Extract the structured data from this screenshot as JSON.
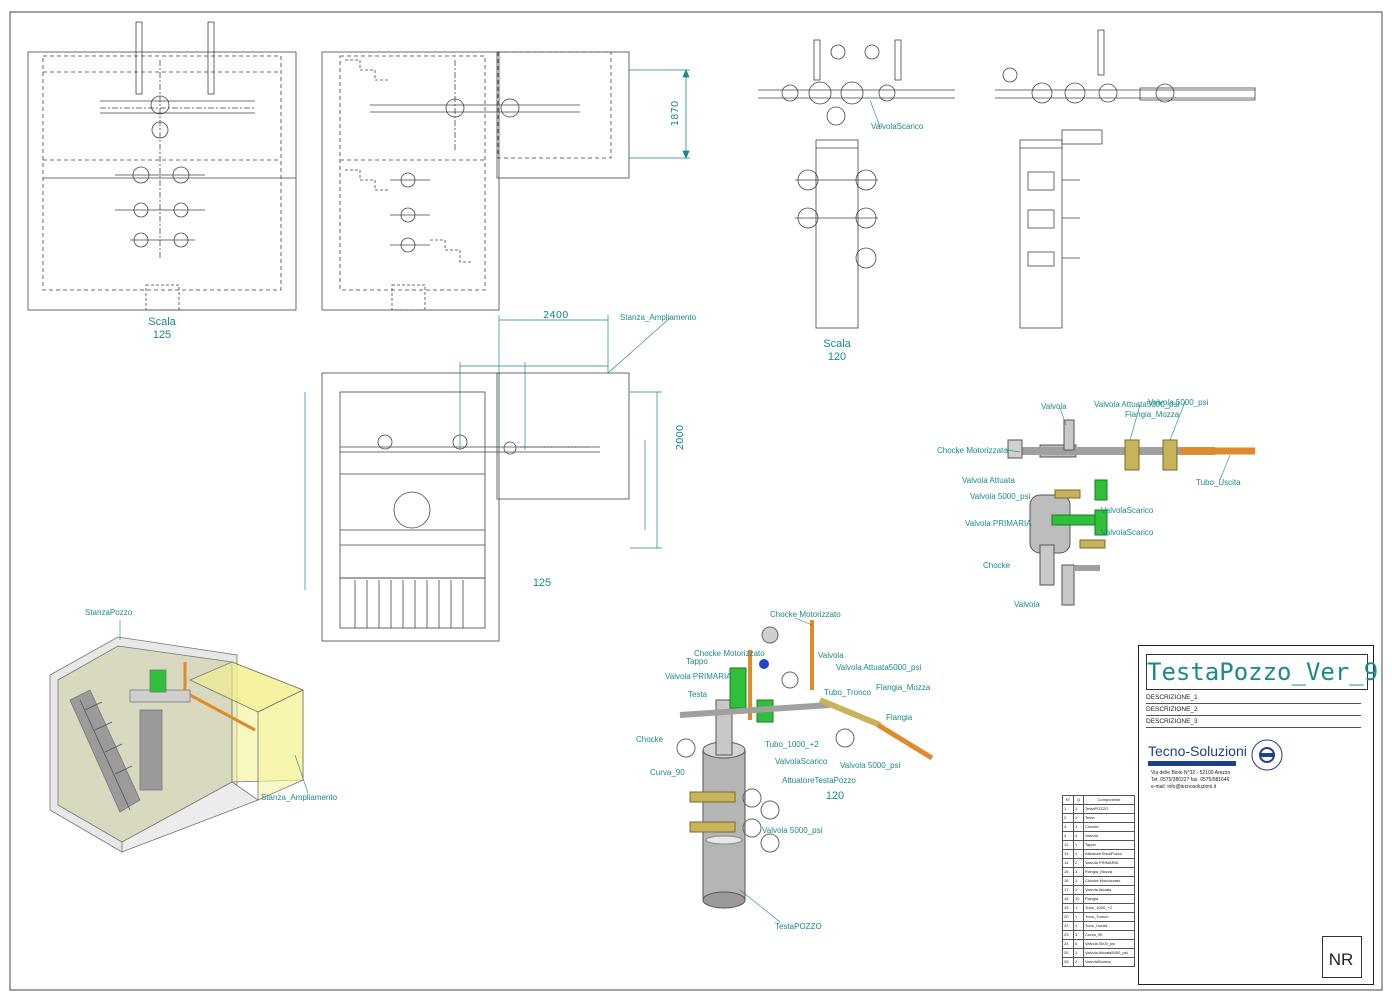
{
  "sheet": {
    "title": "TestaPozzo_Ver_9",
    "descriptions": [
      "DESCRIZIONE_1",
      "DESCRIZIONE_2",
      "DESCRIZIONE_3"
    ],
    "company": {
      "name": "Tecno-Soluzioni",
      "address": "Via delle Biole N°32 - 52100 Arezzo",
      "phone": "Tel. 0575/380227 fax. 0575/981646",
      "email": "e-mail: info@tecnosoluzioni.it"
    },
    "revision": "NR"
  },
  "views": {
    "top_left_scale": "Scala\n125",
    "top_right_scale": "Scala\n120",
    "plan_scale": "125",
    "iso_scale": "120"
  },
  "dimensions": {
    "d1870": "1870",
    "d2400": "2400",
    "d2000": "2000"
  },
  "labels": {
    "stanza_ampliamento": "Stanza_Ampliamento",
    "stanza_pozzo": "StanzaPozzo",
    "valvola_scarico": "ValvolaScarico",
    "chocke_motorizzato": "Chocke Motorizzato",
    "valvola": "Valvola",
    "valvola_attuata_5000": "Valvola Attuata5000_psi",
    "valvola_5000": "Valvola 5000_psi",
    "flangia_mozza": "Flangia_Mozza",
    "valvola_attuata": "Valvola Attuata",
    "valvola_primaria": "Valvola PRIMARIA",
    "chocke": "Chocke",
    "tubo_uscita": "Tubo_Uscita",
    "tappo": "Tappo",
    "testa": "Testa",
    "curva_90": "Curva_90",
    "tubo_1000": "Tubo_1000_+2",
    "attuatore": "AttuatoreTestaPozzo",
    "testapozzo": "TestaPOZZO",
    "tubo_tronco": "Tubo_Tronco",
    "flangia": "Flangia"
  },
  "bom": {
    "headers": [
      "N°",
      "Q",
      "Componente"
    ],
    "rows": [
      [
        "1",
        "1",
        "TestaPOZZO"
      ],
      [
        "2",
        "1",
        "Testa"
      ],
      [
        "3",
        "1",
        "Chocke"
      ],
      [
        "4",
        "4",
        "Valvola"
      ],
      [
        "12",
        "1",
        "Tappo"
      ],
      [
        "13",
        "1",
        "AttuatoreTestaPozzo"
      ],
      [
        "14",
        "2",
        "Valvola PRIMARIA"
      ],
      [
        "15",
        "3",
        "Flangia_Mozza"
      ],
      [
        "16",
        "1",
        "Chocke Motorizzato"
      ],
      [
        "17",
        "1",
        "Valvola Attuata"
      ],
      [
        "18",
        "10",
        "Flangia"
      ],
      [
        "19",
        "1",
        "Tubo_1000_+2"
      ],
      [
        "20",
        "1",
        "Tubo_Tronco"
      ],
      [
        "22",
        "1",
        "Tubo_Uscita"
      ],
      [
        "23",
        "3",
        "Curva_90"
      ],
      [
        "24",
        "6",
        "Valvola 5000_psi"
      ],
      [
        "25",
        "1",
        "Valvola Attuata5000_psi"
      ],
      [
        "26",
        "2",
        "ValvolaScarico"
      ]
    ]
  },
  "colors": {
    "line": "#333333",
    "dimension": "#1a8a8a",
    "valve_green": "#2fbf3a",
    "pipe_orange": "#e08a2a",
    "brass": "#c9b35a",
    "steel": "#b8b8b8",
    "room_yellow": "#f3f08a"
  }
}
